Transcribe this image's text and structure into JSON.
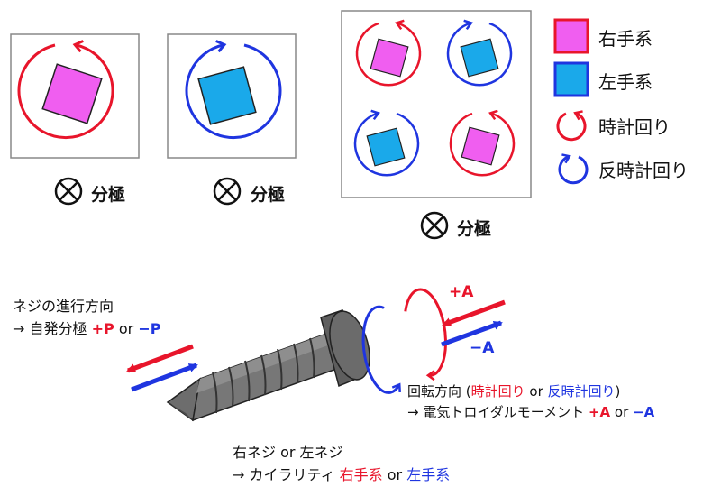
{
  "top": {
    "panel1_label": "分極",
    "panel2_label": "分極",
    "panel3_label": "分極"
  },
  "legend": {
    "right_handed": "右手系",
    "left_handed": "左手系",
    "clockwise": "時計回り",
    "counterclockwise": "反時計回り"
  },
  "bottom": {
    "screw_direction_title": "ネジの進行方向",
    "arrow1": "→",
    "spont_polarization": "自発分極",
    "plus_p": "+P",
    "or1": "or",
    "minus_p": "−P",
    "rotation_title": "回転方向 (",
    "rot_cw": "時計回り",
    "or2": " or ",
    "rot_ccw": "反時計回り",
    "paren_close": ")",
    "arrow2": "→",
    "toroidal": "電気トロイダルモーメント",
    "plus_a_text": "+A",
    "or3": "or",
    "minus_a_text": "−A",
    "screw_hand": "右ネジ or 左ネジ",
    "arrow3": "→",
    "chirality": "カイラリティ",
    "chir_right": "右手系",
    "or4": "or",
    "chir_left": "左手系",
    "label_plus_a": "+A",
    "label_minus_a": "−A"
  },
  "colors": {
    "red": "#e8152b",
    "blue": "#1f35e0",
    "pink": "#f05ef0",
    "cyan": "#1aa9ea"
  }
}
